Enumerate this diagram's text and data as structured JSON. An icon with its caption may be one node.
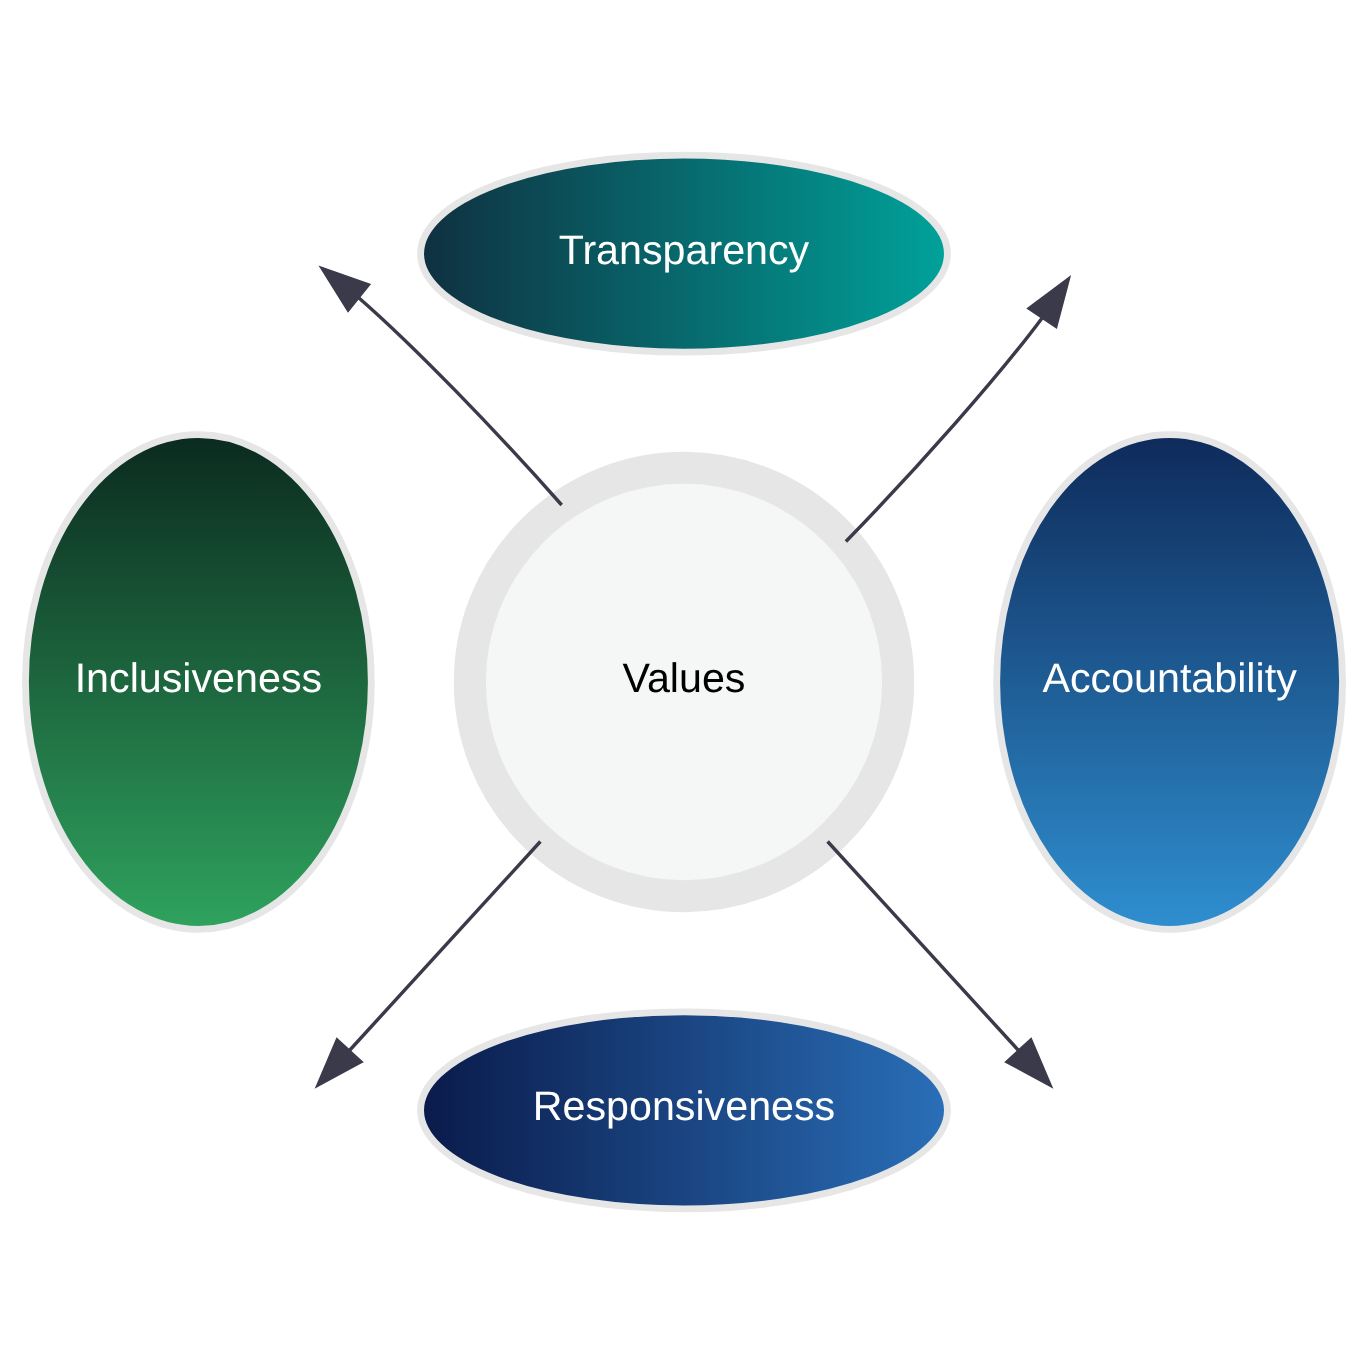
{
  "diagram": {
    "nodes": [
      {
        "text": [
          "Transparency"
        ]
      },
      {
        "text": [
          "Inclusiveness"
        ]
      },
      {
        "text": [
          "Values"
        ]
      },
      {
        "text": [
          "Accountability"
        ]
      },
      {
        "text": [
          "Responsiveness"
        ]
      }
    ],
    "edges": [
      {
        "from": 2,
        "to": null,
        "arrow": "to"
      },
      {
        "from": 2,
        "to": null,
        "arrow": "to"
      },
      {
        "from": 2,
        "to": null,
        "arrow": "to"
      },
      {
        "from": 2,
        "to": null,
        "arrow": "to"
      }
    ]
  }
}
